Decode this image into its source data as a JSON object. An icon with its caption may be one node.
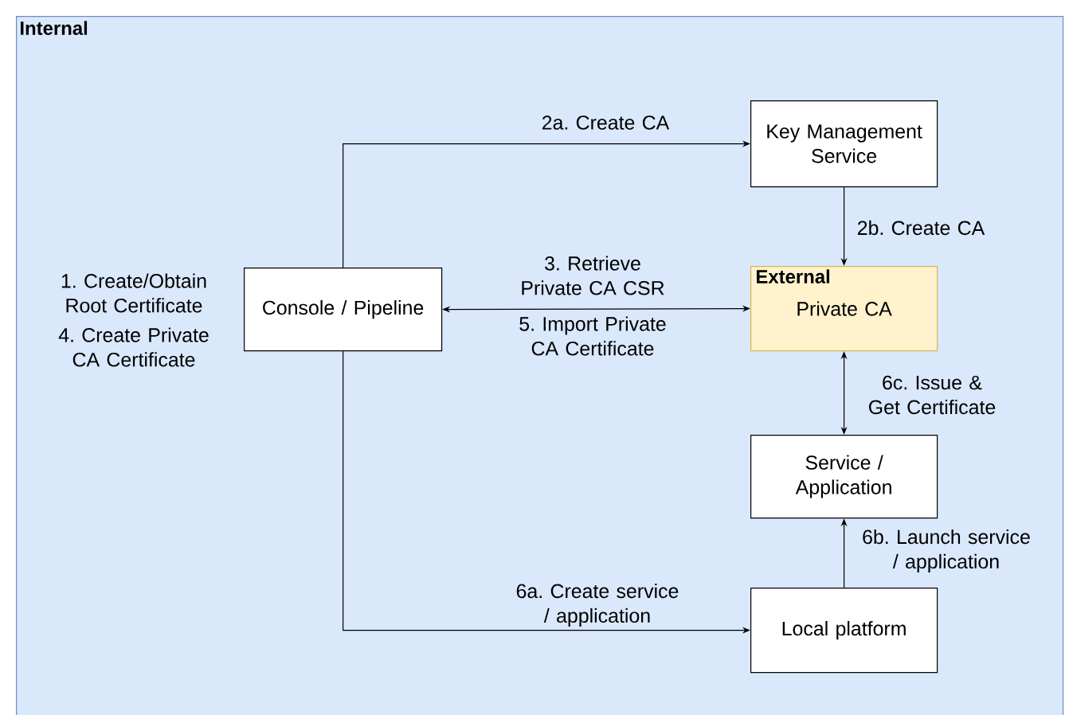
{
  "diagram": {
    "nodes": [
      {
        "text": [
          "Internal"
        ]
      },
      {
        "text": [
          "Key Management Service"
        ],
        "in": 0
      },
      {
        "text": [
          "Console / Pipeline"
        ],
        "in": 0,
        "beside": [
          "1. Create/Obtain Root Certificate",
          "4. Create Private CA Certificate"
        ]
      },
      {
        "text": [
          "External",
          "Private CA"
        ],
        "in": 0
      },
      {
        "text": [
          "Service / Application"
        ],
        "in": 0
      },
      {
        "text": [
          "Local platform"
        ],
        "in": 0
      }
    ],
    "edges": [
      {
        "from": 2,
        "to": 1,
        "arrow": "to",
        "label": "2a. Create CA"
      },
      {
        "from": 1,
        "to": 3,
        "arrow": "to",
        "label": "2b. Create CA"
      },
      {
        "from": 2,
        "to": 3,
        "arrow": "both",
        "label": "3. Retrieve Private CA CSR"
      },
      {
        "from": 3,
        "to": 4,
        "arrow": "both",
        "label": "6c. Issue & Get Certificate"
      },
      {
        "from": 2,
        "to": 5,
        "arrow": "to",
        "label": "6a. Create service / application"
      },
      {
        "from": 5,
        "to": 4,
        "arrow": "to",
        "label": "6b. Launch service / application"
      }
    ],
    "labels": [
      "5. Import Private CA Certificate"
    ]
  }
}
